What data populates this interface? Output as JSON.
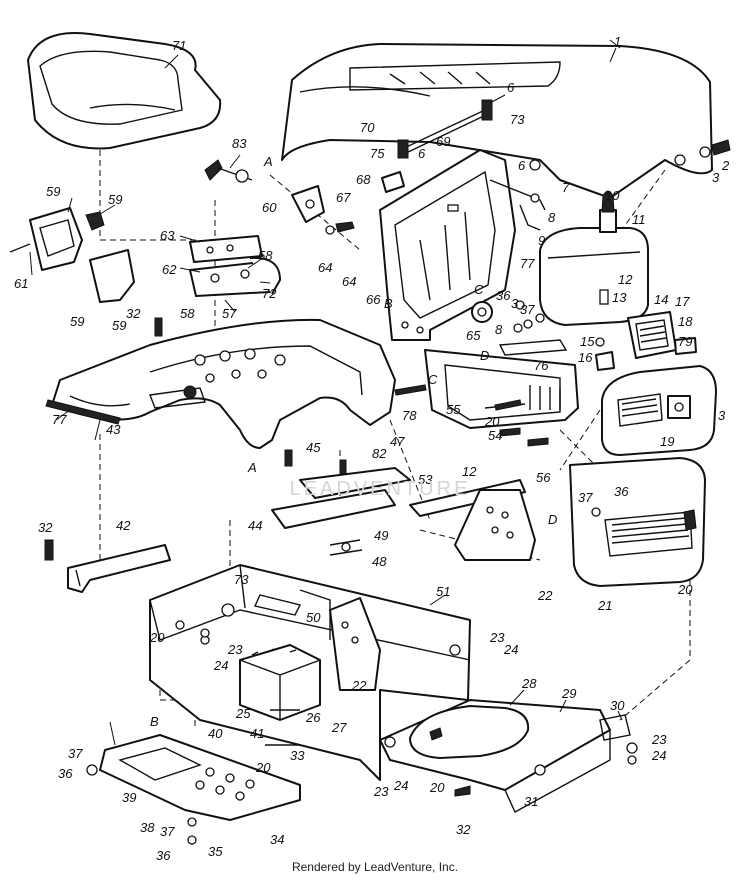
{
  "footer": {
    "text": "Rendered by LeadVenture, Inc."
  },
  "watermark": {
    "text": "LEADVENTURE"
  },
  "callouts": [
    {
      "id": "c1",
      "text": "1"
    },
    {
      "id": "c2",
      "text": "2"
    },
    {
      "id": "c3a",
      "text": "3"
    },
    {
      "id": "c3b",
      "text": "3"
    },
    {
      "id": "c3c",
      "text": "3"
    },
    {
      "id": "c6a",
      "text": "6"
    },
    {
      "id": "c6b",
      "text": "6"
    },
    {
      "id": "c6c",
      "text": "6"
    },
    {
      "id": "c7",
      "text": "7"
    },
    {
      "id": "c8a",
      "text": "8"
    },
    {
      "id": "c8b",
      "text": "8"
    },
    {
      "id": "c9",
      "text": "9"
    },
    {
      "id": "c10",
      "text": "10"
    },
    {
      "id": "c11",
      "text": "11"
    },
    {
      "id": "c12a",
      "text": "12"
    },
    {
      "id": "c12b",
      "text": "12"
    },
    {
      "id": "c13",
      "text": "13"
    },
    {
      "id": "c14",
      "text": "14"
    },
    {
      "id": "c15",
      "text": "15"
    },
    {
      "id": "c16",
      "text": "16"
    },
    {
      "id": "c17",
      "text": "17"
    },
    {
      "id": "c18",
      "text": "18"
    },
    {
      "id": "c19",
      "text": "19"
    },
    {
      "id": "c20a",
      "text": "20"
    },
    {
      "id": "c20b",
      "text": "20"
    },
    {
      "id": "c20c",
      "text": "20"
    },
    {
      "id": "c20d",
      "text": "20"
    },
    {
      "id": "c20e",
      "text": "20"
    },
    {
      "id": "c21",
      "text": "21"
    },
    {
      "id": "c22a",
      "text": "22"
    },
    {
      "id": "c22b",
      "text": "22"
    },
    {
      "id": "c23a",
      "text": "23"
    },
    {
      "id": "c23b",
      "text": "23"
    },
    {
      "id": "c23c",
      "text": "23"
    },
    {
      "id": "c23d",
      "text": "23"
    },
    {
      "id": "c24a",
      "text": "24"
    },
    {
      "id": "c24b",
      "text": "24"
    },
    {
      "id": "c24c",
      "text": "24"
    },
    {
      "id": "c24d",
      "text": "24"
    },
    {
      "id": "c25",
      "text": "25"
    },
    {
      "id": "c26",
      "text": "26"
    },
    {
      "id": "c27",
      "text": "27"
    },
    {
      "id": "c28",
      "text": "28"
    },
    {
      "id": "c29",
      "text": "29"
    },
    {
      "id": "c30",
      "text": "30"
    },
    {
      "id": "c31",
      "text": "31"
    },
    {
      "id": "c32a",
      "text": "32"
    },
    {
      "id": "c32b",
      "text": "32"
    },
    {
      "id": "c32c",
      "text": "32"
    },
    {
      "id": "c33",
      "text": "33"
    },
    {
      "id": "c34",
      "text": "34"
    },
    {
      "id": "c35",
      "text": "35"
    },
    {
      "id": "c36a",
      "text": "36"
    },
    {
      "id": "c36b",
      "text": "36"
    },
    {
      "id": "c36c",
      "text": "36"
    },
    {
      "id": "c36d",
      "text": "36"
    },
    {
      "id": "c37a",
      "text": "37"
    },
    {
      "id": "c37b",
      "text": "37"
    },
    {
      "id": "c37c",
      "text": "37"
    },
    {
      "id": "c37d",
      "text": "37"
    },
    {
      "id": "c38",
      "text": "38"
    },
    {
      "id": "c39",
      "text": "39"
    },
    {
      "id": "c40",
      "text": "40"
    },
    {
      "id": "c41",
      "text": "41"
    },
    {
      "id": "c42",
      "text": "42"
    },
    {
      "id": "c43",
      "text": "43"
    },
    {
      "id": "c44",
      "text": "44"
    },
    {
      "id": "c45",
      "text": "45"
    },
    {
      "id": "c47",
      "text": "47"
    },
    {
      "id": "c48",
      "text": "48"
    },
    {
      "id": "c49",
      "text": "49"
    },
    {
      "id": "c50",
      "text": "50"
    },
    {
      "id": "c51",
      "text": "51"
    },
    {
      "id": "c53",
      "text": "53"
    },
    {
      "id": "c54",
      "text": "54"
    },
    {
      "id": "c55",
      "text": "55"
    },
    {
      "id": "c56",
      "text": "56"
    },
    {
      "id": "c57",
      "text": "57"
    },
    {
      "id": "c58a",
      "text": "58"
    },
    {
      "id": "c58b",
      "text": "58"
    },
    {
      "id": "c59a",
      "text": "59"
    },
    {
      "id": "c59b",
      "text": "59"
    },
    {
      "id": "c59c",
      "text": "59"
    },
    {
      "id": "c59d",
      "text": "59"
    },
    {
      "id": "c60",
      "text": "60"
    },
    {
      "id": "c61",
      "text": "61"
    },
    {
      "id": "c62",
      "text": "62"
    },
    {
      "id": "c63",
      "text": "63"
    },
    {
      "id": "c64a",
      "text": "64"
    },
    {
      "id": "c64b",
      "text": "64"
    },
    {
      "id": "c65",
      "text": "65"
    },
    {
      "id": "c66",
      "text": "66"
    },
    {
      "id": "c67",
      "text": "67"
    },
    {
      "id": "c68",
      "text": "68"
    },
    {
      "id": "c69",
      "text": "69"
    },
    {
      "id": "c70",
      "text": "70"
    },
    {
      "id": "c71",
      "text": "71"
    },
    {
      "id": "c72",
      "text": "72"
    },
    {
      "id": "c73a",
      "text": "73"
    },
    {
      "id": "c73b",
      "text": "73"
    },
    {
      "id": "c75",
      "text": "75"
    },
    {
      "id": "c76",
      "text": "76"
    },
    {
      "id": "c77a",
      "text": "77"
    },
    {
      "id": "c77b",
      "text": "77"
    },
    {
      "id": "c78",
      "text": "78"
    },
    {
      "id": "c79",
      "text": "79"
    },
    {
      "id": "c82",
      "text": "82"
    },
    {
      "id": "c83",
      "text": "83"
    },
    {
      "id": "cA1",
      "text": "A"
    },
    {
      "id": "cA2",
      "text": "A"
    },
    {
      "id": "cB1",
      "text": "B"
    },
    {
      "id": "cB2",
      "text": "B"
    },
    {
      "id": "cC1",
      "text": "C"
    },
    {
      "id": "cC2",
      "text": "C"
    },
    {
      "id": "cD1",
      "text": "D"
    },
    {
      "id": "cD2",
      "text": "D"
    }
  ]
}
